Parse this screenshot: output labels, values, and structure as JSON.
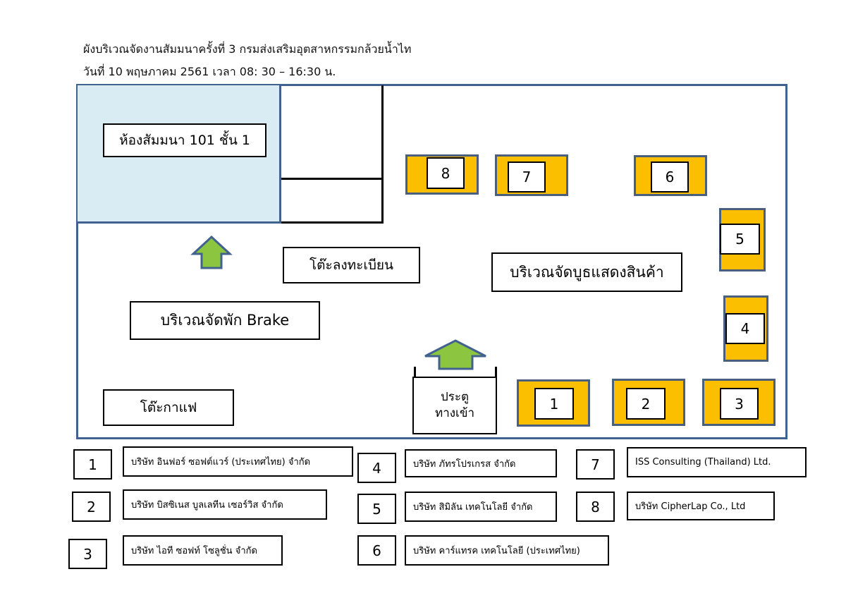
{
  "header": {
    "title": "ผังบริเวณจัดงานสัมมนาครั้งที่ 3 กรมส่งเสริมอุตสาหกรรมกล้วยน้ำไท",
    "subtitle": "วันที่ 10 พฤษภาคม 2561  เวลา 08: 30 – 16:30 น."
  },
  "floorplan": {
    "seminar_room": "ห้องสัมมนา 101 ชั้น 1",
    "registration_desk": "โต๊ะลงทะเบียน",
    "booth_area": "บริเวณจัดบูธแสดงสินค้า",
    "break_area": "บริเวณจัดพัก Brake",
    "coffee_table": "โต๊ะกาแฟ",
    "entrance_line1": "ประตู",
    "entrance_line2": "ทางเข้า",
    "booths": [
      "1",
      "2",
      "3",
      "4",
      "5",
      "6",
      "7",
      "8"
    ]
  },
  "colors": {
    "booth_fill": "#fcbf00",
    "booth_border": "#4a5f7e",
    "wall": "#41628f",
    "seminar_fill": "#d9ebf3",
    "arrow_fill": "#8cc640",
    "arrow_border": "#41628f"
  },
  "legend": [
    {
      "num": "1",
      "name": "บริษัท อินฟอร์ ซอฟต์แวร์ (ประเทศไทย) จำกัด"
    },
    {
      "num": "2",
      "name": "บริษัท บิสซิเนส บูลเลทีน เซอร์วิส จำกัด"
    },
    {
      "num": "3",
      "name": "บริษัท ไอที ซอฟท์ โซลูชั่น จำกัด"
    },
    {
      "num": "4",
      "name": "บริษัท ภัทรโปรเกรส  จำกัด"
    },
    {
      "num": "5",
      "name": "บริษัท สิมิลัน เทคโนโลยี จำกัด"
    },
    {
      "num": "6",
      "name": "บริษัท คาร์แทรค เทคโนโลยี (ประเทศไทย)"
    },
    {
      "num": "7",
      "name": "ISS Consulting (Thailand) Ltd."
    },
    {
      "num": "8",
      "name": "บริษัท CipherLap Co., Ltd"
    }
  ]
}
